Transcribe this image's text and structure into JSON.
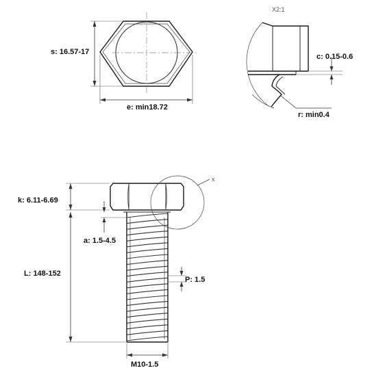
{
  "labels": {
    "s": "s: 16.57-17",
    "e": "e: min18.72",
    "detail_scale": "X2:1",
    "c": "c: 0.15-0.6",
    "r": "r: min0.4",
    "x_marker": "x",
    "k": "k: 6.11-6.69",
    "a": "a: 1.5-4.5",
    "L": "L: 148-152",
    "P": "P: 1.5",
    "M": "M10-1.5"
  },
  "thread": {
    "turns": 21
  }
}
